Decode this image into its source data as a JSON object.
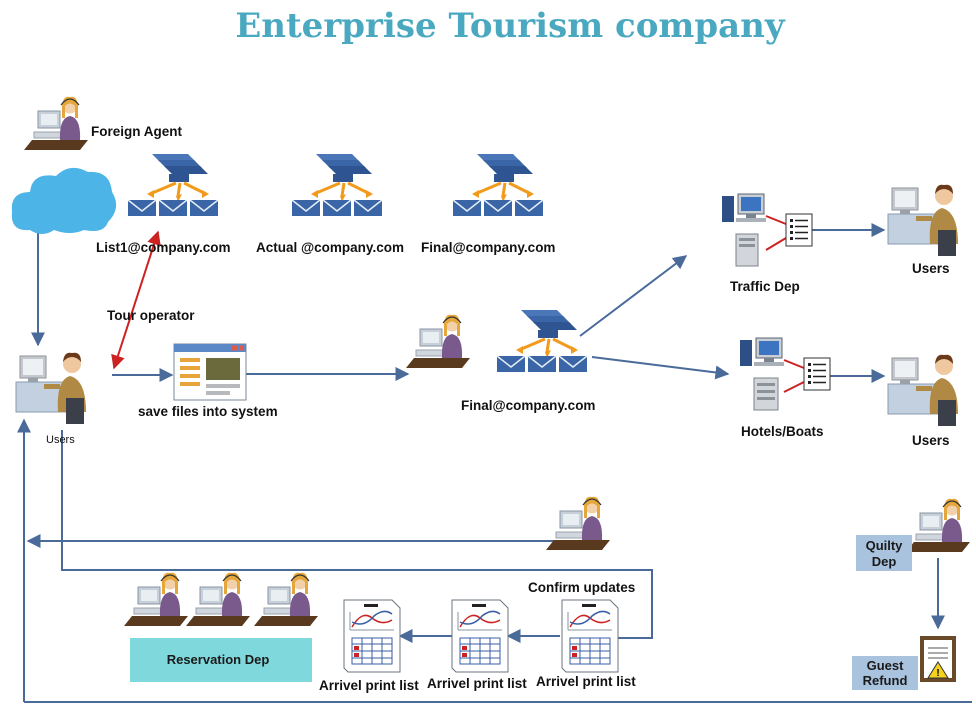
{
  "title": "Enterprise Tourism company",
  "nodes": {
    "foreign_agent": "Foreign Agent",
    "list1_email": "List1@company.com",
    "actual_email": "Actual @company.com",
    "final_email_top": "Final@company.com",
    "tour_operator": "Tour operator",
    "users_left": "Users",
    "save_files": "save files into system",
    "final_email_mid": "Final@company.com",
    "traffic_dep": "Traffic Dep",
    "hotels_boats": "Hotels/Boats",
    "users_right_top": "Users",
    "users_right_bottom": "Users",
    "confirm_updates": "Confirm updates",
    "reservation_dep": "Reservation Dep",
    "arrivel_print_1": "Arrivel print list",
    "arrivel_print_2": "Arrivel print list",
    "arrivel_print_3": "Arrivel print list",
    "quilty_dep_line1": "Quilty",
    "quilty_dep_line2": "Dep",
    "guest_refund_line1": "Guest",
    "guest_refund_line2": "Refund"
  },
  "colors": {
    "title": "#4aa9c0",
    "arrow_blue": "#4a6a9a",
    "arrow_red": "#cc2222",
    "cloud": "#4cb4e6",
    "reservation_box": "#7fd8dc",
    "quality_box": "#a9c3df",
    "envelope": "#3a65a6",
    "desk": "#5a3a1e"
  },
  "icons": [
    "cloud-icon",
    "agent-icon",
    "user-desk-icon",
    "email-distribution-icon",
    "document-window-icon",
    "computer-icon",
    "server-icon",
    "printer-icon",
    "list-icon",
    "report-icon",
    "warning-icon"
  ]
}
